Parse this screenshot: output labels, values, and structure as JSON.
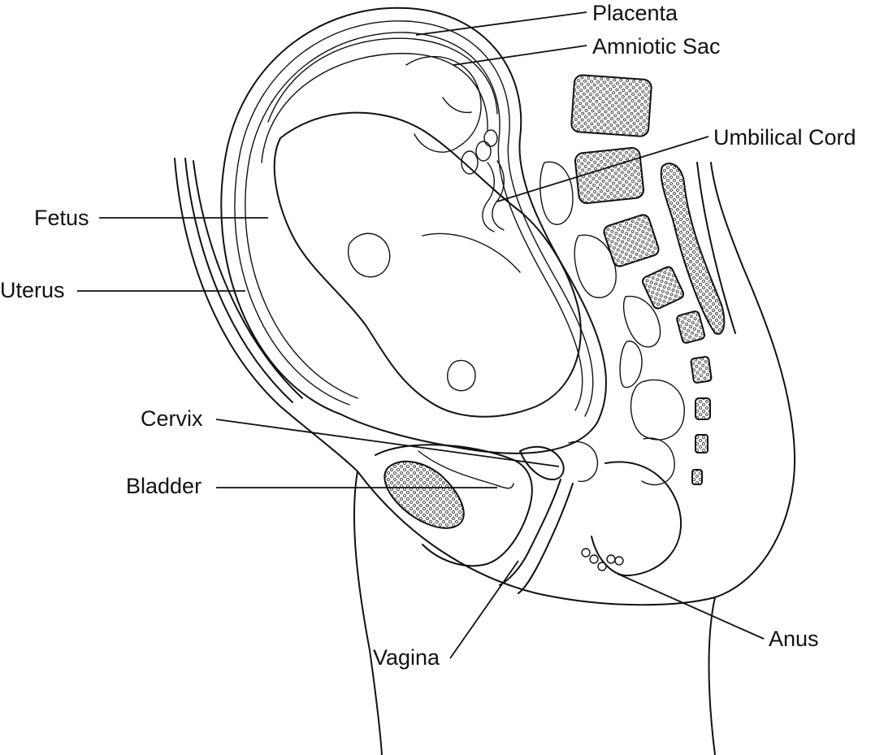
{
  "labels": {
    "placenta": "Placenta",
    "amniotic_sac": "Amniotic Sac",
    "umbilical_cord": "Umbilical Cord",
    "fetus": "Fetus",
    "uterus": "Uterus",
    "cervix": "Cervix",
    "bladder": "Bladder",
    "vagina": "Vagina",
    "anus": "Anus"
  }
}
